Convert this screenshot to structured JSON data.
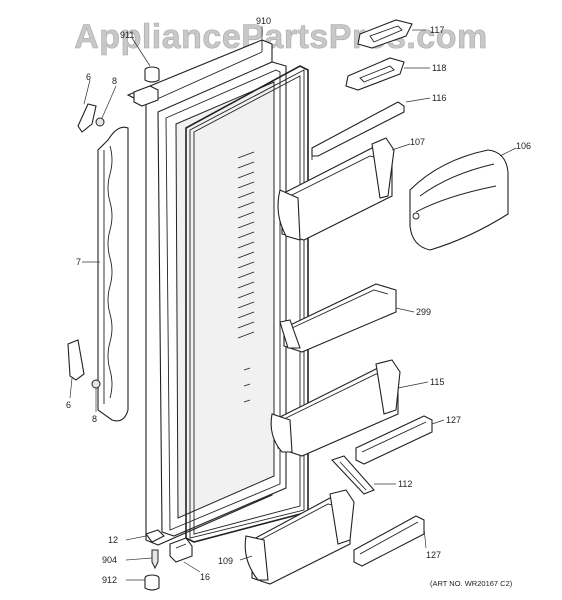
{
  "watermark": "AppliancePartsPros.com",
  "art_number": "(ART NO. WR20167 C2)",
  "callouts": {
    "c910": "910",
    "c911": "911",
    "c6_top": "6",
    "c8_top": "8",
    "c7": "7",
    "c6_bottom": "6",
    "c8_bottom": "8",
    "c117": "117",
    "c118": "118",
    "c116": "116",
    "c107": "107",
    "c106": "106",
    "c299": "299",
    "c115": "115",
    "c127_top": "127",
    "c112": "112",
    "c127_bottom": "127",
    "c109": "109",
    "c12": "12",
    "c904": "904",
    "c912": "912",
    "c16": "16"
  }
}
